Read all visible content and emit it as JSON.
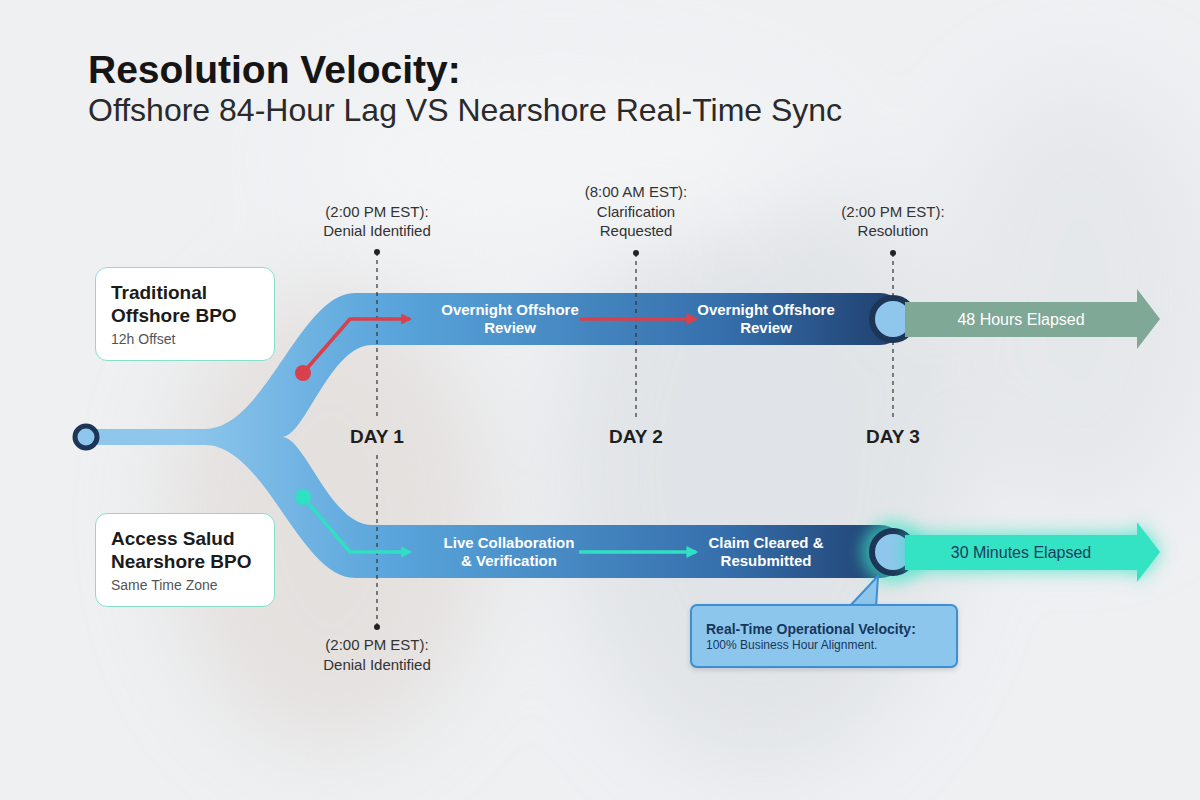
{
  "diagram": {
    "title": "Resolution Velocity:",
    "nodes": [
      {
        "text": [
          "Traditional Offshore BPO",
          "12h Offset"
        ]
      },
      {
        "text": [
          "Overnight Offshore Review"
        ]
      },
      {
        "text": [
          "Overnight Offshore Review"
        ]
      },
      {
        "text": [
          "48 Hours Elapsed"
        ]
      },
      {
        "text": [
          "Access Salud Nearshore BPO",
          "Same Time Zone"
        ]
      },
      {
        "text": [
          "Live Collaboration & Verification"
        ]
      },
      {
        "text": [
          "Claim Cleared & Resubmitted"
        ]
      },
      {
        "text": [
          "30 Minutes Elapsed"
        ]
      },
      {
        "text": [
          "Real-Time Operational Velocity:",
          "100% Business Hour Alignment."
        ]
      }
    ],
    "edges": [
      {
        "from": 1,
        "to": 2,
        "arrow": "to"
      },
      {
        "from": 5,
        "to": 6,
        "arrow": "to"
      }
    ],
    "labels": [
      "Offshore 84-Hour Lag VS Nearshore Real-Time Sync",
      "(2:00 PM EST):",
      "Denial Identified",
      "(8:00 AM EST):",
      "Clarification Requested",
      "(2:00 PM EST):",
      "Resolution",
      "DAY 1",
      "DAY 2",
      "DAY 3",
      "(2:00 PM EST):",
      "Denial Identified"
    ]
  }
}
